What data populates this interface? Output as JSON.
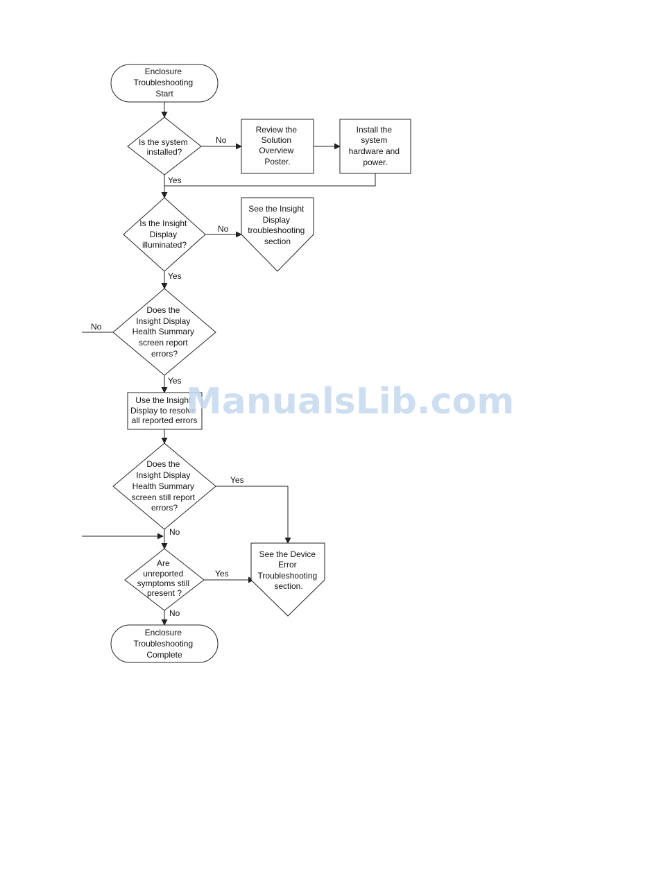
{
  "nodes": {
    "start": [
      "Enclosure",
      "Troubleshooting",
      "Start"
    ],
    "q_installed": [
      "Is the system",
      "installed?"
    ],
    "review_poster": [
      "Review the",
      "Solution",
      "Overview",
      "Poster."
    ],
    "install_hw": [
      "Install the",
      "system",
      "hardware and",
      "power."
    ],
    "q_illuminated": [
      "Is the Insight",
      "Display",
      "illuminated?"
    ],
    "see_insight": [
      "See the Insight",
      "Display",
      "troubleshooting",
      "section"
    ],
    "q_errors": [
      "Does the",
      "Insight Display",
      "Health Summary",
      "screen report",
      "errors?"
    ],
    "resolve": [
      "Use the Insight",
      "Display to resolve",
      "all reported errors"
    ],
    "q_still": [
      "Does the",
      "Insight Display",
      "Health Summary",
      "screen still report",
      "errors?"
    ],
    "see_device": [
      "See the Device",
      "Error",
      "Troubleshooting",
      "section."
    ],
    "q_symptoms": [
      "Are",
      "unreported",
      "symptoms still",
      "present ?"
    ],
    "complete": [
      "Enclosure",
      "Troubleshooting",
      "Complete"
    ]
  },
  "edges": {
    "installed_no": "No",
    "installed_yes": "Yes",
    "illuminated_no": "No",
    "illuminated_yes": "Yes",
    "errors_no": "No",
    "errors_yes": "Yes",
    "still_yes": "Yes",
    "still_no": "No",
    "symptoms_yes": "Yes",
    "symptoms_no": "No"
  },
  "watermark": "ManualsLib.com"
}
